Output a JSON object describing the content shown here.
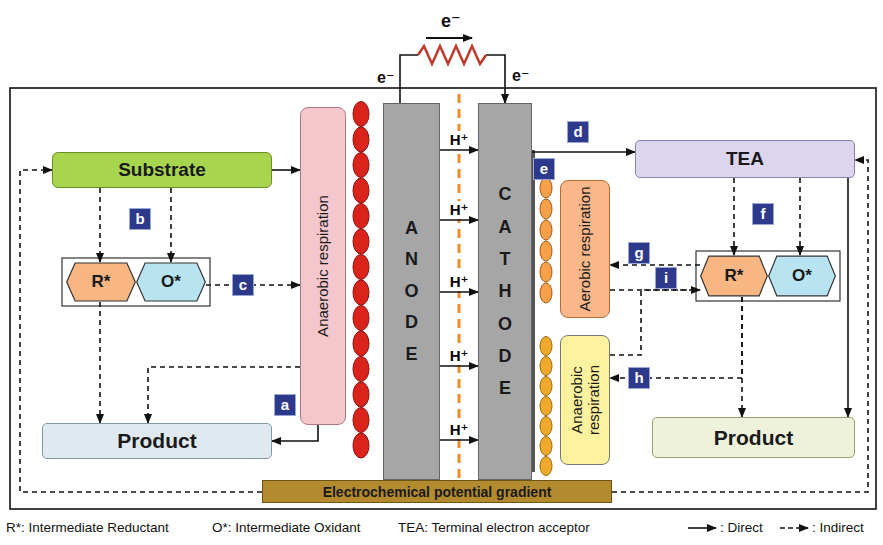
{
  "diagram": {
    "nodes": [
      {
        "text": [
          "Substrate"
        ]
      },
      {
        "text": [
          "R*"
        ]
      },
      {
        "text": [
          "O*"
        ]
      },
      {
        "text": [
          "Anaerobic respiration"
        ]
      },
      {
        "text": [
          "ANODE"
        ]
      },
      {
        "text": [
          "CATHODE"
        ]
      },
      {
        "text": [
          "Aerobic respiration"
        ]
      },
      {
        "text": [
          "Anaerobic respiration"
        ]
      },
      {
        "text": [
          "TEA"
        ]
      },
      {
        "text": [
          "R*"
        ]
      },
      {
        "text": [
          "O*"
        ]
      },
      {
        "text": [
          "Product"
        ]
      },
      {
        "text": [
          "Product"
        ]
      },
      {
        "text": [
          "Electrochemical potential gradient"
        ]
      }
    ],
    "edges": [
      {
        "from": 0,
        "to": 3,
        "arrow": "to"
      },
      {
        "from": 0,
        "to": 1,
        "arrow": "to"
      },
      {
        "from": 0,
        "to": 2,
        "arrow": "to"
      },
      {
        "from": 2,
        "to": 3,
        "arrow": "to"
      },
      {
        "from": 1,
        "to": 11,
        "arrow": "to"
      },
      {
        "from": 3,
        "to": 11,
        "arrow": "to"
      },
      {
        "from": 3,
        "to": 11,
        "arrow": "to"
      },
      {
        "from": 4,
        "to": 5,
        "arrow": "to"
      },
      {
        "from": 4,
        "to": 5,
        "label": "H⁺",
        "arrow": "to"
      },
      {
        "from": 4,
        "to": 5,
        "label": "H⁺",
        "arrow": "to"
      },
      {
        "from": 4,
        "to": 5,
        "label": "H⁺",
        "arrow": "to"
      },
      {
        "from": 4,
        "to": 5,
        "label": "H⁺",
        "arrow": "to"
      },
      {
        "from": 4,
        "to": 5,
        "label": "H⁺",
        "arrow": "to"
      },
      {
        "from": 5,
        "to": 8,
        "arrow": "to"
      },
      {
        "from": 8,
        "to": 9,
        "arrow": "to"
      },
      {
        "from": 8,
        "to": 10,
        "arrow": "to"
      },
      {
        "from": 9,
        "to": 6,
        "arrow": "to"
      },
      {
        "from": 6,
        "to": 9,
        "arrow": "to"
      },
      {
        "from": 7,
        "to": 9,
        "arrow": "none"
      },
      {
        "from": 9,
        "to": 7,
        "arrow": "to"
      },
      {
        "from": 9,
        "to": 12,
        "arrow": "to"
      },
      {
        "from": 8,
        "to": 12,
        "arrow": "to"
      },
      {
        "from": 13,
        "to": 0,
        "arrow": "to"
      },
      {
        "from": 13,
        "to": 8,
        "arrow": "to"
      }
    ],
    "labels": [
      "e⁻",
      "e⁻",
      "e⁻",
      "d",
      "e",
      "b",
      "f",
      "c",
      "g",
      "i",
      "h",
      "a",
      "R*: Intermediate Reductant",
      "O*: Intermediate Oxidant",
      "TEA: Terminal electron acceptor"
    ],
    "legend": [
      {
        "text": ": Direct"
      },
      {
        "text": ": Indirect"
      }
    ]
  }
}
